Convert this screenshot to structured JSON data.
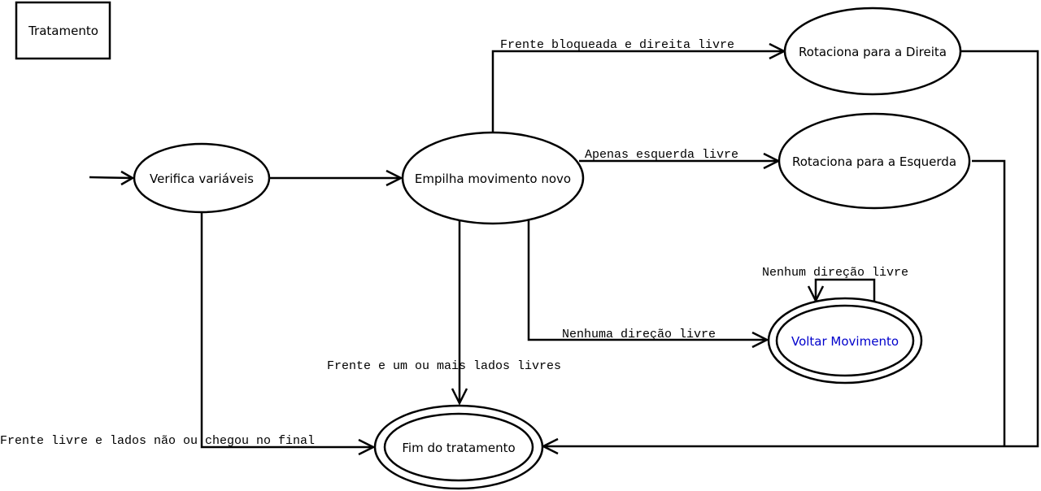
{
  "title_box": {
    "label": "Tratamento"
  },
  "states": {
    "verifica": "Verifica variáveis",
    "empilha": "Empilha movimento novo",
    "rot_direita": "Rotaciona para a Direita",
    "rot_esquerda": "Rotaciona para a Esquerda",
    "voltar": "Voltar Movimento",
    "fim": "Fim do tratamento"
  },
  "transitions": {
    "frente_bloqueada": "Frente bloqueada e direita livre",
    "apenas_esquerda": "Apenas esquerda livre",
    "nenhum_self": "Nenhum direção livre",
    "nenhuma": "Nenhuma direção livre",
    "frente_lados": "Frente e um ou mais lados livres",
    "frente_livre_final": "Frente livre e lados não ou chegou no final"
  },
  "colors": {
    "voltar_text": "#0000cc",
    "stroke": "#000000"
  }
}
